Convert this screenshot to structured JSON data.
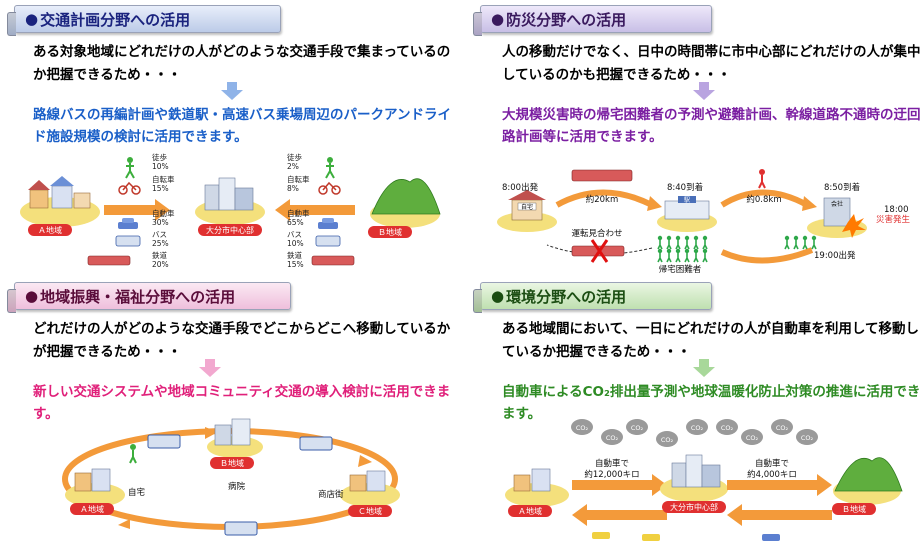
{
  "panels": {
    "traffic": {
      "dot": "●",
      "title": "交通計画分野への活用",
      "intro": "ある対象地域にどれだけの人がどのような交通手段で集まっているのか把握できるため・・・",
      "result": "路線バスの再編計画や鉄道駅・高速バス乗場周辺のパークアンドライド施設規模の検討に活用できます。",
      "area_a": "Ａ地域",
      "area_b": "Ｂ地域",
      "center": "大分市中心部",
      "left_modes": [
        "徒歩\n10%",
        "自転車\n15%",
        "自動車\n30%",
        "バス\n25%",
        "鉄道\n20%"
      ],
      "right_modes": [
        "徒歩\n2%",
        "自転車\n8%",
        "自動車\n65%",
        "バス\n10%",
        "鉄道\n15%"
      ]
    },
    "disaster": {
      "dot": "●",
      "title": "防災分野への活用",
      "intro": "人の移動だけでなく、日中の時間帯に市中心部にどれだけの人が集中しているのかも把握できるため・・・",
      "result": "大規模災害時の帰宅困難者の予測や避難計画、幹線道路不通時の迂回路計画等に活用できます。",
      "t1": "8:00出発",
      "t2": "8:40到着",
      "t3": "8:50到着",
      "home": "自宅",
      "station": "駅",
      "company": "会社",
      "d1": "約20km",
      "d2": "約0.8km",
      "quake": "18:00\n災害発生",
      "stop": "運転見合わせ",
      "stranded": "帰宅困難者",
      "depart": "19:00出発"
    },
    "welfare": {
      "dot": "●",
      "title": "地域振興・福祉分野への活用",
      "intro": "どれだけの人がどのような交通手段でどこからどこへ移動しているかが把握できるため・・・",
      "result": "新しい交通システムや地域コミュニティ交通の導入検討に活用できます。",
      "area_a": "Ａ地域",
      "area_b": "Ｂ地域",
      "area_c": "Ｃ地域",
      "home": "自宅",
      "hospital": "病院",
      "shops": "商店街"
    },
    "environment": {
      "dot": "●",
      "title": "環境分野への活用",
      "intro": "ある地域間において、一日にどれだけの人が自動車を利用して移動しているか把握できるため・・・",
      "result": "自動車によるCO₂排出量予測や地球温暖化防止対策の推進に活用できます。",
      "area_a": "Ａ地域",
      "area_b": "Ｂ地域",
      "center": "大分市中心部",
      "co2": "CO₂",
      "left_dist": "自動車で\n約12,000キロ",
      "right_dist": "自動車で\n約4,000キロ"
    }
  },
  "colors": {
    "blue_text": "#1a5fc8",
    "purple_text": "#7b1fa2",
    "pink_text": "#e0207a",
    "green_text": "#2e8b24",
    "arrow_orange": "#f39a3a",
    "area_label_red": "#e03030"
  }
}
